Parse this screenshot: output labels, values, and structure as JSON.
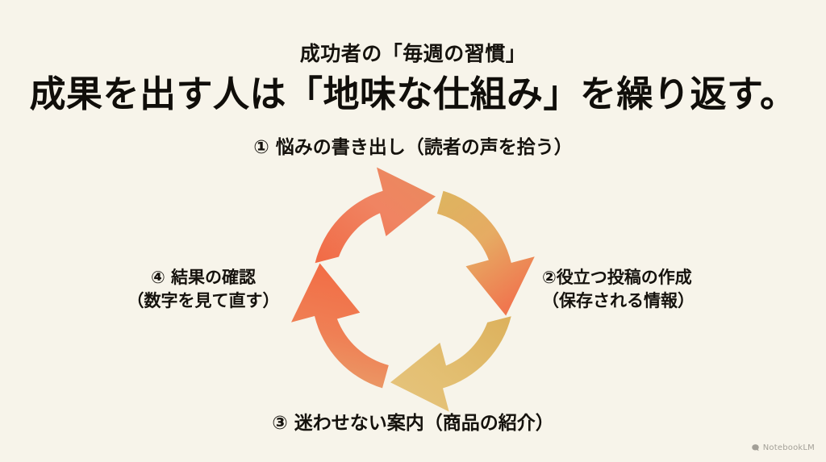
{
  "background_color": "#f7f4ea",
  "header": {
    "kicker": "成功者の「毎週の習慣」",
    "headline": "成果を出す人は「地味な仕組み」を繰り返す。"
  },
  "cycle": {
    "type": "circular-process",
    "direction": "clockwise",
    "colors": {
      "orange": "#ee7a52",
      "orange_light": "#f08a63",
      "gold": "#dfb65f",
      "gold_light": "#e6c477",
      "gap": "#f7f4ea"
    },
    "steps": [
      {
        "number": "①",
        "position": "top",
        "label": "① 悩みの書き出し（読者の声を拾う）",
        "line1": "① 悩みの書き出し（読者の声を拾う）",
        "line2": "",
        "arrow_color": "#ee7a52"
      },
      {
        "number": "②",
        "position": "right",
        "label": "②役立つ投稿の作成（保存される情報）",
        "line1": "②役立つ投稿の作成",
        "line2": "（保存される情報）",
        "arrow_color": "#dfb65f"
      },
      {
        "number": "③",
        "position": "bottom",
        "label": "③ 迷わせない案内（商品の紹介）",
        "line1": "③ 迷わせない案内（商品の紹介）",
        "line2": "",
        "arrow_color": "#dfb65f"
      },
      {
        "number": "④",
        "position": "left",
        "label": "④ 結果の確認（数字を見て直す）",
        "line1": "④ 結果の確認",
        "line2": "（数字を見て直す）",
        "arrow_color": "#ee7a52"
      }
    ]
  },
  "watermark": {
    "icon": "notebooklm-icon",
    "text": "NotebookLM"
  }
}
